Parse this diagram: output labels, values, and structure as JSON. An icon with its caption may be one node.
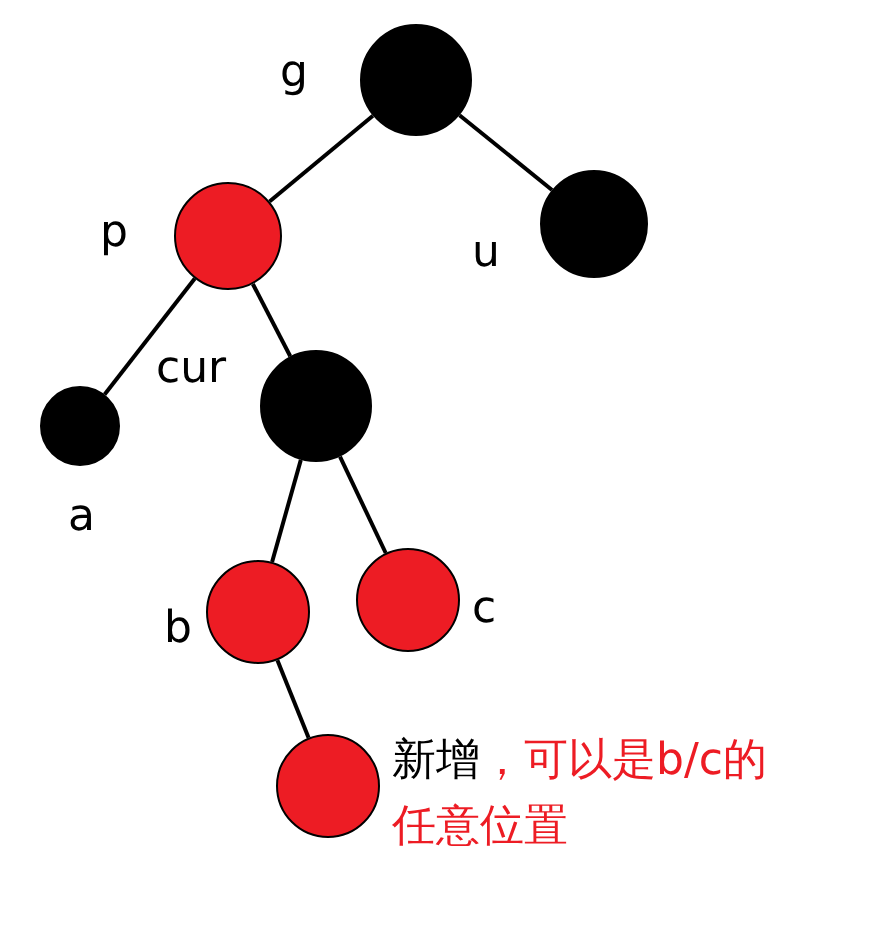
{
  "diagram": {
    "nodes": [
      {
        "text": [],
        "shape": "circle",
        "beside": [
          "g"
        ]
      },
      {
        "text": [],
        "shape": "circle",
        "beside": [
          "u"
        ]
      },
      {
        "text": [],
        "shape": "circle",
        "beside": [
          "p"
        ]
      },
      {
        "text": [],
        "shape": "circle",
        "beside": [
          "a"
        ]
      },
      {
        "text": [],
        "shape": "circle",
        "beside": [
          "cur"
        ]
      },
      {
        "text": [],
        "shape": "circle",
        "beside": [
          "b"
        ]
      },
      {
        "text": [],
        "shape": "circle",
        "beside": [
          "c"
        ]
      },
      {
        "text": [],
        "shape": "circle",
        "beside": [
          "新增",
          "，可以是b/c的任意位置"
        ]
      }
    ],
    "edges": [
      {
        "from": 0,
        "to": 2,
        "arrow": "none"
      },
      {
        "from": 0,
        "to": 1,
        "arrow": "none"
      },
      {
        "from": 2,
        "to": 3,
        "arrow": "none"
      },
      {
        "from": 2,
        "to": 4,
        "arrow": "none"
      },
      {
        "from": 4,
        "to": 5,
        "arrow": "none"
      },
      {
        "from": 4,
        "to": 6,
        "arrow": "none"
      },
      {
        "from": 5,
        "to": 7,
        "arrow": "none"
      }
    ]
  }
}
